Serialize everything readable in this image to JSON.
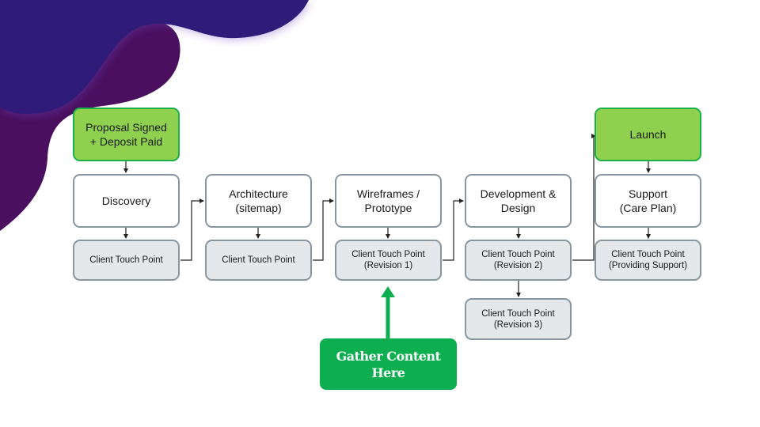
{
  "colors": {
    "blob_primary": "#2e1a78",
    "blob_secondary": "#4a0f5e",
    "milestone_fill": "#8fd14f",
    "milestone_border": "#1bb04a",
    "stage_border": "#8896a0",
    "touch_fill": "#e4e8eb",
    "callout_fill": "#0cae4f"
  },
  "milestones": {
    "start": "Proposal Signed\n+ Deposit Paid",
    "launch": "Launch"
  },
  "stages": [
    {
      "label": "Discovery",
      "touch": "Client Touch Point"
    },
    {
      "label": "Architecture\n(sitemap)",
      "touch": "Client Touch Point"
    },
    {
      "label": "Wireframes /\nPrototype",
      "touch": "Client Touch Point\n(Revision 1)"
    },
    {
      "label": "Development &\nDesign",
      "touch": "Client Touch Point\n(Revision 2)",
      "touch_extra": "Client Touch Point\n(Revision 3)"
    },
    {
      "label": "Support\n(Care Plan)",
      "touch": "Client Touch Point\n(Providing Support)"
    }
  ],
  "callout": {
    "label": "Gather Content\nHere"
  }
}
